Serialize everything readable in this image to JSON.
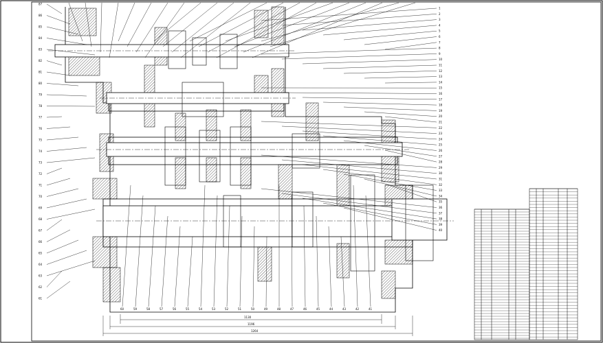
{
  "drawing": {
    "left_callouts": [
      "87",
      "86",
      "85",
      "84",
      "83",
      "82",
      "81",
      "80",
      "79",
      "78",
      "77",
      "76",
      "75",
      "74",
      "73",
      "72",
      "71",
      "70",
      "69",
      "68",
      "67",
      "66",
      "65",
      "64",
      "63",
      "62",
      "61"
    ],
    "right_callouts": [
      "1",
      "2",
      "3",
      "4",
      "5",
      "6",
      "7",
      "8",
      "9",
      "10",
      "11",
      "12",
      "13",
      "14",
      "15",
      "16",
      "17",
      "18",
      "19",
      "20",
      "21",
      "22",
      "23",
      "24",
      "25",
      "26",
      "27",
      "28",
      "29",
      "30",
      "31",
      "32",
      "33",
      "34",
      "35",
      "36",
      "37",
      "38",
      "39",
      "40"
    ],
    "bottom_callouts": [
      "60",
      "59",
      "58",
      "57",
      "56",
      "55",
      "54",
      "53",
      "52",
      "51",
      "50",
      "49",
      "48",
      "47",
      "46",
      "45",
      "44",
      "43",
      "42",
      "41"
    ],
    "dimensions": [
      "1130",
      "1196",
      "1264"
    ]
  },
  "title_block": {
    "parts_list_rows": 48
  },
  "colors": {
    "line": "#000000",
    "background": "#ffffff",
    "hatch": "#000000"
  }
}
